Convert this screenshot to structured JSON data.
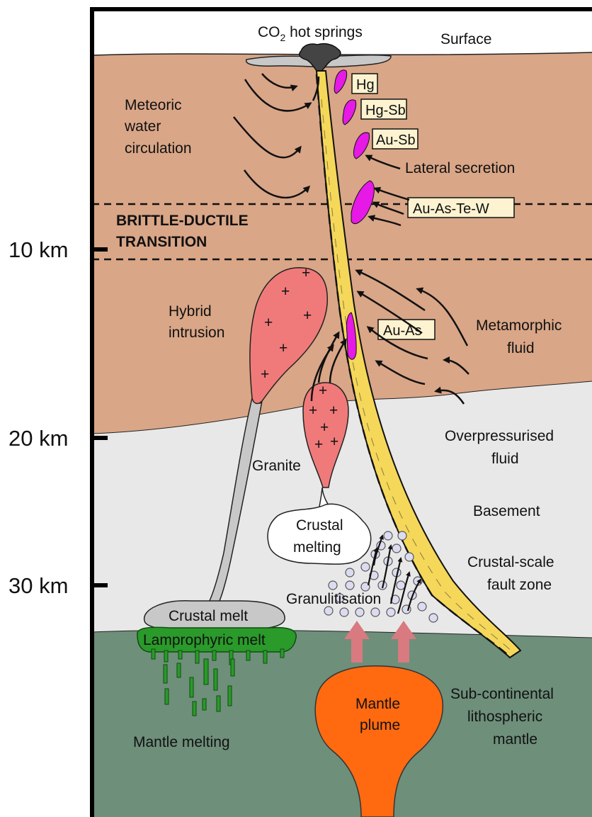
{
  "depth_axis": {
    "ticks": [
      "10 km",
      "20 km",
      "30 km"
    ]
  },
  "layers": {
    "surface": "Surface",
    "brittle_ductile": [
      "BRITTLE-DUCTILE",
      "TRANSITION"
    ],
    "basement": "Basement",
    "mantle": [
      "Sub-continental",
      "lithospheric",
      "mantle"
    ]
  },
  "labels": {
    "hot_springs_prefix": "CO",
    "hot_springs_sub": "2",
    "hot_springs_suffix": " hot springs",
    "meteoric": [
      "Meteoric",
      "water",
      "circulation"
    ],
    "lateral_secretion": "Lateral secretion",
    "hybrid_intrusion": [
      "Hybrid",
      "intrusion"
    ],
    "metamorphic_fluid": [
      "Metamorphic",
      "fluid"
    ],
    "overpressurised": [
      "Overpressurised",
      "fluid"
    ],
    "granite": "Granite",
    "crustal_melting": [
      "Crustal",
      "melting"
    ],
    "crustal_scale_fault": [
      "Crustal-scale",
      "fault zone"
    ],
    "granulitisation": "Granulitisation",
    "crustal_melt": "Crustal melt",
    "lamprophyric_melt": "Lamprophyric melt",
    "mantle_melting": "Mantle melting",
    "mantle_plume": [
      "Mantle",
      "plume"
    ]
  },
  "deposits": [
    "Hg",
    "Hg-Sb",
    "Au-Sb",
    "Au-As-Te-W",
    "Au-As"
  ],
  "colors": {
    "upper_crust": "#d9a687",
    "lower_crust": "#e8e8e8",
    "mantle": "#6e8f7a",
    "fault_zone": "#f5d75a",
    "deposit": "#e619e6",
    "intrusion": "#f07a7a",
    "plume": "#ff6a10",
    "lamprophyric": "#2a9a2a",
    "crustal_melt": "#c8c8c8"
  }
}
